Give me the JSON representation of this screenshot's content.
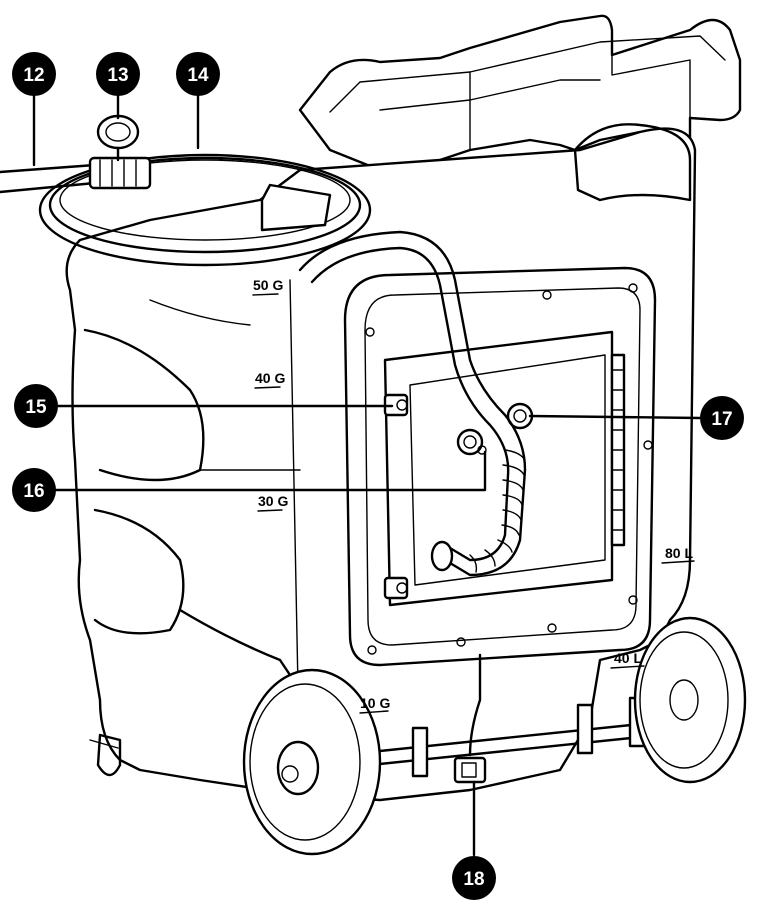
{
  "callouts": [
    {
      "id": "12",
      "label": "12"
    },
    {
      "id": "13",
      "label": "13"
    },
    {
      "id": "14",
      "label": "14"
    },
    {
      "id": "15",
      "label": "15"
    },
    {
      "id": "16",
      "label": "16"
    },
    {
      "id": "17",
      "label": "17"
    },
    {
      "id": "18",
      "label": "18"
    }
  ],
  "gauge_marks": {
    "left_50g": "50 G",
    "left_40g": "40 G",
    "left_30g": "30 G",
    "left_10g": "10 G",
    "right_80l": "80 L",
    "right_40l": "40 L"
  },
  "colors": {
    "ink": "#000000",
    "paper": "#ffffff"
  }
}
